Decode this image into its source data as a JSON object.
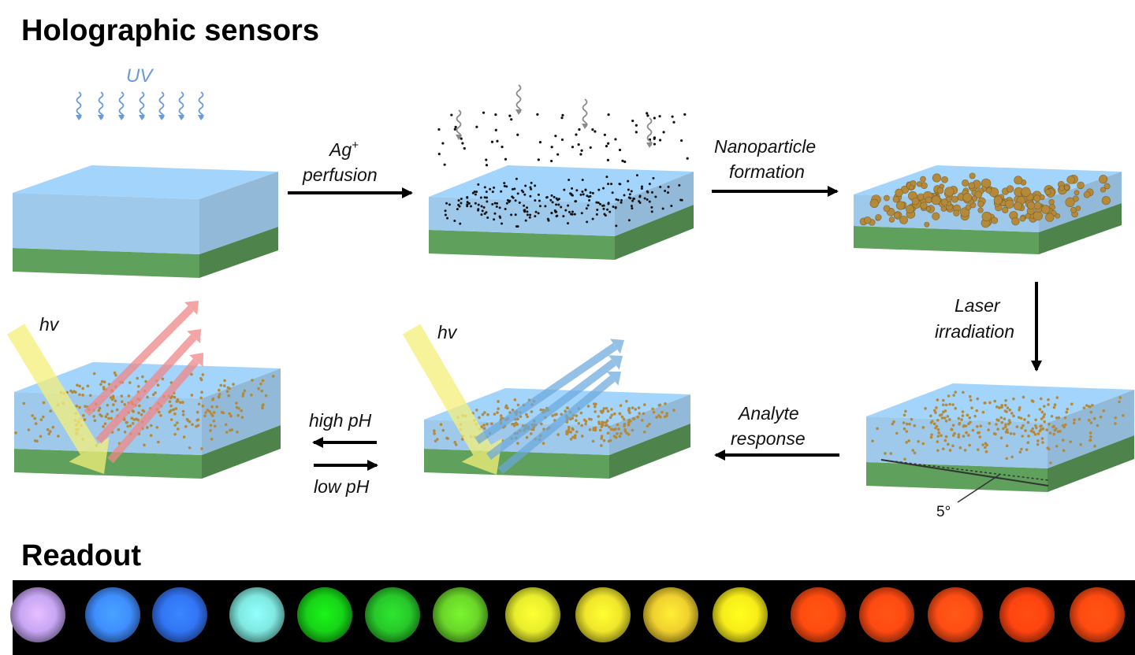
{
  "titles": {
    "main": "Holographic sensors",
    "readout": "Readout"
  },
  "labels": {
    "uv": "UV",
    "ag_line1": "Ag",
    "ag_sup": "+",
    "ag_line2": "perfusion",
    "nano_line1": "Nanoparticle",
    "nano_line2": "formation",
    "laser_line1": "Laser",
    "laser_line2": "irradiation",
    "analyte_line1": "Analyte",
    "analyte_line2": "response",
    "high_ph": "high pH",
    "low_ph": "low pH",
    "hv_1": "hv",
    "hv_2": "hv",
    "angle": "5°"
  },
  "colors": {
    "gel_blue": "#8ec0e8",
    "substrate_green": "#5fa15c",
    "silver_dot": "#111111",
    "nanoparticle_gold": "#b48a3a",
    "light_yellow": "#f5f07a",
    "red_beam": "#f08888",
    "blue_beam": "#6aa8dc"
  },
  "readout_colors": [
    "#c8a6f5",
    "#3f8eff",
    "#3275f5",
    "#7fe8e0",
    "#17d417",
    "#28c82a",
    "#6ad629",
    "#e8ee2c",
    "#f0e52b",
    "#f0d02e",
    "#f7ec19",
    "#ff4b10",
    "#ff4a12",
    "#ff4d14",
    "#ff4410",
    "#ff4a10"
  ]
}
